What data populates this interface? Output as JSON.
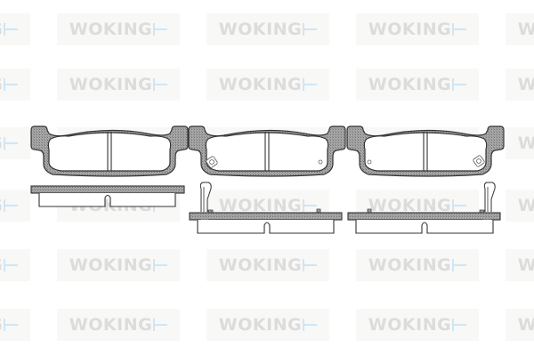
{
  "watermark": {
    "text": "WOKING",
    "text_color": "#dcdcdc",
    "mark_color": "#cfe6f6",
    "tile_color": "#f8f8f6",
    "rows_y": [
      15,
      77,
      143,
      213,
      280,
      347
    ],
    "cols_x": [
      -104,
      64,
      232,
      400,
      568
    ]
  },
  "diagram": {
    "subject": "brake-pad-set",
    "pads": [
      {
        "id": "pad-1",
        "view": "front",
        "has_wear_clip": false,
        "has_sensor_hole": false
      },
      {
        "id": "pad-2",
        "view": "front",
        "has_wear_clip": true,
        "clip_side": "left"
      },
      {
        "id": "pad-3",
        "view": "front",
        "has_wear_clip": true,
        "clip_side": "right"
      }
    ],
    "side_views": [
      {
        "id": "side-1",
        "clip": false
      },
      {
        "id": "side-2",
        "clip": true,
        "clip_side": "left"
      },
      {
        "id": "side-3",
        "clip": true,
        "clip_side": "right"
      }
    ],
    "colors": {
      "outline": "#333333",
      "hatch_fill": "#9a9a9a",
      "background": "#ffffff"
    }
  }
}
